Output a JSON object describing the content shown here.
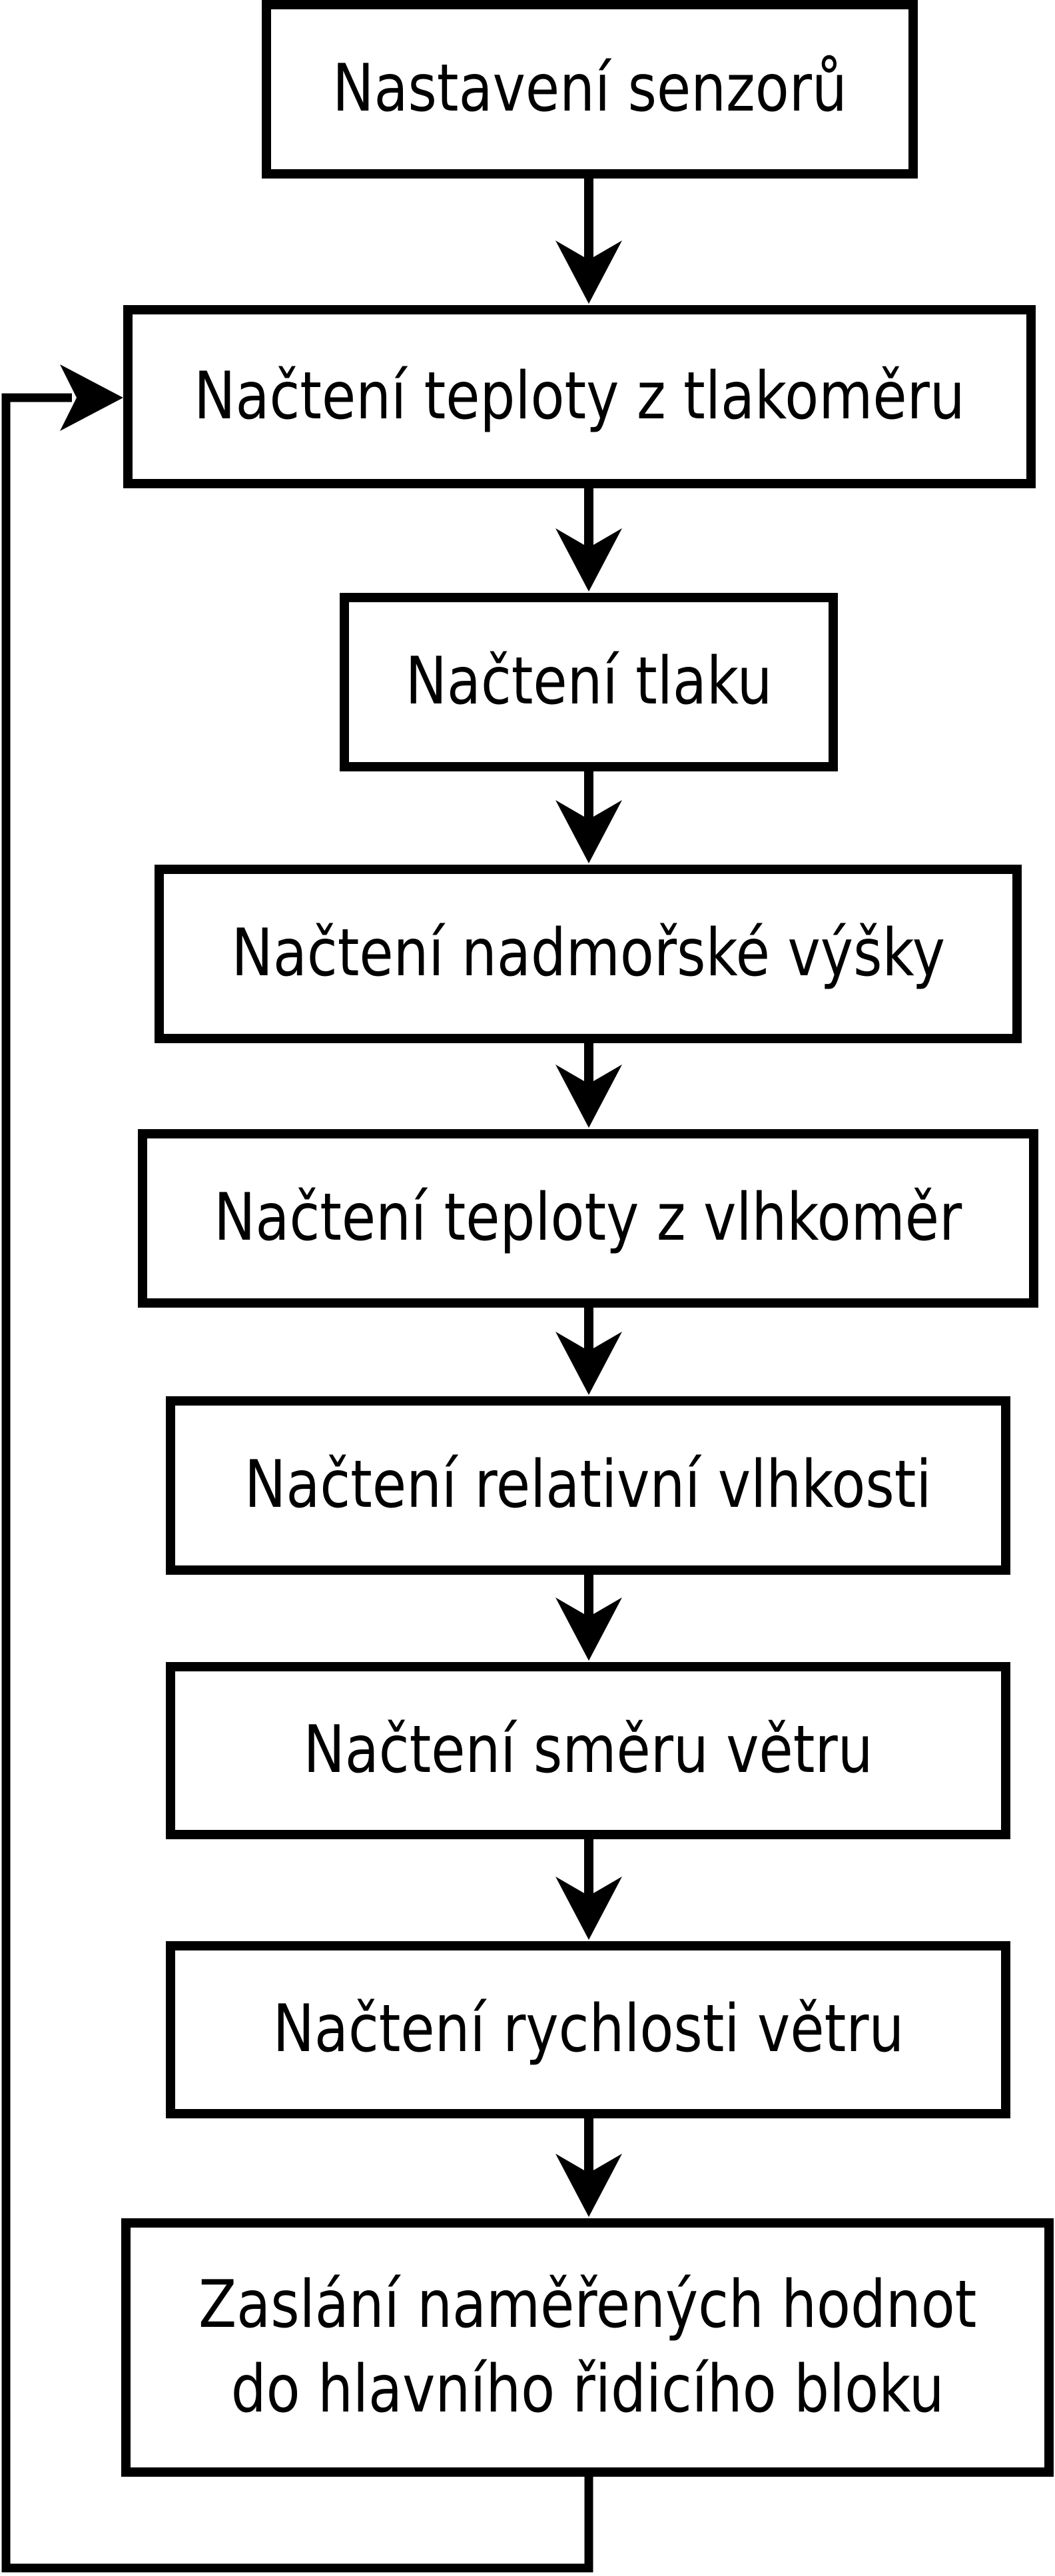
{
  "diagram": {
    "type": "flowchart",
    "language": "cs",
    "colors": {
      "background": "#ffffff",
      "node_fill": "#ffffff",
      "node_border": "#000000",
      "text": "#000000",
      "arrow": "#000000"
    },
    "nodes": [
      {
        "id": "nastaveni-senzoru",
        "label": "Nastavení senzorů"
      },
      {
        "id": "nacteni-teploty-z-tlakomeru",
        "label": "Načtení teploty z tlakoměru"
      },
      {
        "id": "nacteni-tlaku",
        "label": "Načtení tlaku"
      },
      {
        "id": "nacteni-nadmorske-vysky",
        "label": "Načtení nadmořské výšky"
      },
      {
        "id": "nacteni-teploty-z-vlhkomer",
        "label": "Načtení teploty z vlhkoměr"
      },
      {
        "id": "nacteni-relativni-vlhkosti",
        "label": "Načtení relativní vlhkosti"
      },
      {
        "id": "nacteni-smeru-vetru",
        "label": "Načtení směru větru"
      },
      {
        "id": "nacteni-rychlosti-vetru",
        "label": "Načtení rychlosti větru"
      },
      {
        "id": "zaslani-namerenych-hodnot",
        "lines": [
          "Zaslání naměřených hodnot",
          "do hlavního řidicího bloku"
        ]
      }
    ],
    "edges": [
      {
        "from": "nastaveni-senzoru",
        "to": "nacteni-teploty-z-tlakomeru",
        "type": "straight-down"
      },
      {
        "from": "nacteni-teploty-z-tlakomeru",
        "to": "nacteni-tlaku",
        "type": "straight-down"
      },
      {
        "from": "nacteni-tlaku",
        "to": "nacteni-nadmorske-vysky",
        "type": "straight-down"
      },
      {
        "from": "nacteni-nadmorske-vysky",
        "to": "nacteni-teploty-z-vlhkomer",
        "type": "straight-down"
      },
      {
        "from": "nacteni-teploty-z-vlhkomer",
        "to": "nacteni-relativni-vlhkosti",
        "type": "straight-down"
      },
      {
        "from": "nacteni-relativni-vlhkosti",
        "to": "nacteni-smeru-vetru",
        "type": "straight-down"
      },
      {
        "from": "nacteni-smeru-vetru",
        "to": "nacteni-rychlosti-vetru",
        "type": "straight-down"
      },
      {
        "from": "nacteni-rychlosti-vetru",
        "to": "zaslani-namerenych-hodnot",
        "type": "straight-down"
      },
      {
        "from": "zaslani-namerenych-hodnot",
        "to": "nacteni-teploty-z-tlakomeru",
        "type": "loop-back-left"
      }
    ]
  }
}
